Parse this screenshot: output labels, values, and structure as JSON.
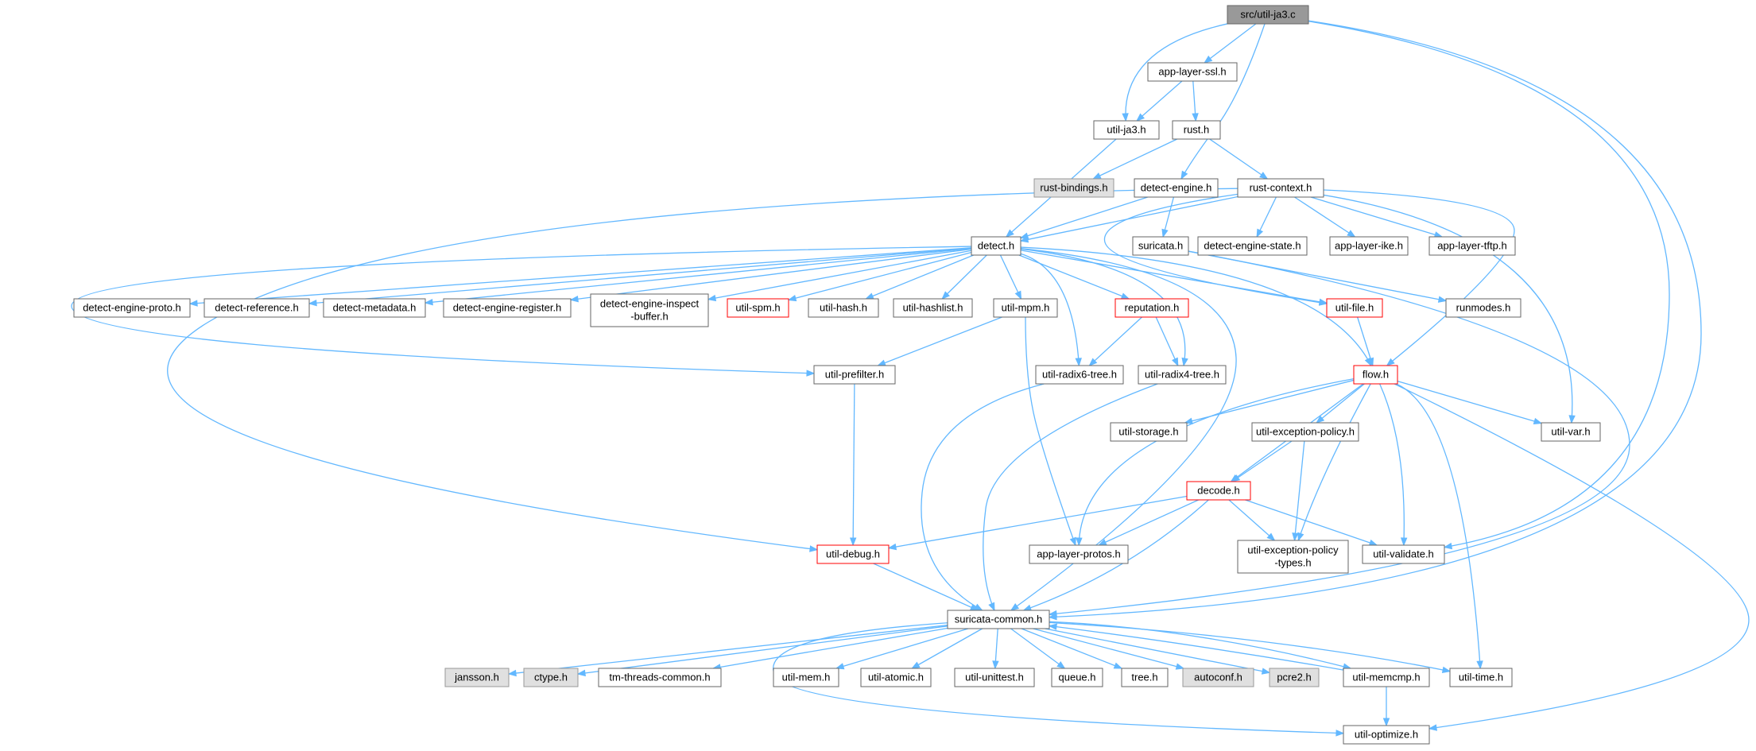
{
  "diagram": {
    "colors": {
      "edge": "#63b8ff",
      "root_fill": "#999999",
      "root_border": "#666666",
      "normal_fill": "#ffffff",
      "normal_border": "#666666",
      "truncated_border": "#ff0000",
      "external_fill": "#e0e0e0",
      "external_border": "#999999"
    },
    "nodes": [
      {
        "id": "ja3c",
        "lines": [
          "src/util-ja3.c"
        ],
        "kind": "root"
      },
      {
        "id": "ssl",
        "lines": [
          "app-layer-ssl.h"
        ],
        "kind": "normal"
      },
      {
        "id": "ja3h",
        "lines": [
          "util-ja3.h"
        ],
        "kind": "normal"
      },
      {
        "id": "rust",
        "lines": [
          "rust.h"
        ],
        "kind": "normal"
      },
      {
        "id": "rustbind",
        "lines": [
          "rust-bindings.h"
        ],
        "kind": "external"
      },
      {
        "id": "detengine",
        "lines": [
          "detect-engine.h"
        ],
        "kind": "normal"
      },
      {
        "id": "rustctx",
        "lines": [
          "rust-context.h"
        ],
        "kind": "normal"
      },
      {
        "id": "detect",
        "lines": [
          "detect.h"
        ],
        "kind": "normal"
      },
      {
        "id": "suricata",
        "lines": [
          "suricata.h"
        ],
        "kind": "normal"
      },
      {
        "id": "destate",
        "lines": [
          "detect-engine-state.h"
        ],
        "kind": "normal"
      },
      {
        "id": "ike",
        "lines": [
          "app-layer-ike.h"
        ],
        "kind": "normal"
      },
      {
        "id": "tftp",
        "lines": [
          "app-layer-tftp.h"
        ],
        "kind": "normal"
      },
      {
        "id": "deproto",
        "lines": [
          "detect-engine-proto.h"
        ],
        "kind": "normal"
      },
      {
        "id": "dref",
        "lines": [
          "detect-reference.h"
        ],
        "kind": "normal"
      },
      {
        "id": "dmeta",
        "lines": [
          "detect-metadata.h"
        ],
        "kind": "normal"
      },
      {
        "id": "dereg",
        "lines": [
          "detect-engine-register.h"
        ],
        "kind": "normal"
      },
      {
        "id": "deinsp",
        "lines": [
          "detect-engine-inspect",
          "-buffer.h"
        ],
        "kind": "normal"
      },
      {
        "id": "spm",
        "lines": [
          "util-spm.h"
        ],
        "kind": "truncated"
      },
      {
        "id": "hash",
        "lines": [
          "util-hash.h"
        ],
        "kind": "normal"
      },
      {
        "id": "hashlist",
        "lines": [
          "util-hashlist.h"
        ],
        "kind": "normal"
      },
      {
        "id": "mpm",
        "lines": [
          "util-mpm.h"
        ],
        "kind": "normal"
      },
      {
        "id": "reput",
        "lines": [
          "reputation.h"
        ],
        "kind": "truncated"
      },
      {
        "id": "file",
        "lines": [
          "util-file.h"
        ],
        "kind": "truncated"
      },
      {
        "id": "runmodes",
        "lines": [
          "runmodes.h"
        ],
        "kind": "normal"
      },
      {
        "id": "prefilter",
        "lines": [
          "util-prefilter.h"
        ],
        "kind": "normal"
      },
      {
        "id": "radix6",
        "lines": [
          "util-radix6-tree.h"
        ],
        "kind": "normal"
      },
      {
        "id": "radix4",
        "lines": [
          "util-radix4-tree.h"
        ],
        "kind": "normal"
      },
      {
        "id": "flow",
        "lines": [
          "flow.h"
        ],
        "kind": "truncated"
      },
      {
        "id": "storage",
        "lines": [
          "util-storage.h"
        ],
        "kind": "normal"
      },
      {
        "id": "exc",
        "lines": [
          "util-exception-policy.h"
        ],
        "kind": "normal"
      },
      {
        "id": "var",
        "lines": [
          "util-var.h"
        ],
        "kind": "normal"
      },
      {
        "id": "decode",
        "lines": [
          "decode.h"
        ],
        "kind": "truncated"
      },
      {
        "id": "debug",
        "lines": [
          "util-debug.h"
        ],
        "kind": "truncated"
      },
      {
        "id": "protos",
        "lines": [
          "app-layer-protos.h"
        ],
        "kind": "normal"
      },
      {
        "id": "exctypes",
        "lines": [
          "util-exception-policy",
          "-types.h"
        ],
        "kind": "normal"
      },
      {
        "id": "validate",
        "lines": [
          "util-validate.h"
        ],
        "kind": "normal"
      },
      {
        "id": "common",
        "lines": [
          "suricata-common.h"
        ],
        "kind": "normal"
      },
      {
        "id": "jansson",
        "lines": [
          "jansson.h"
        ],
        "kind": "external"
      },
      {
        "id": "ctype",
        "lines": [
          "ctype.h"
        ],
        "kind": "external"
      },
      {
        "id": "tmthreads",
        "lines": [
          "tm-threads-common.h"
        ],
        "kind": "normal"
      },
      {
        "id": "mem",
        "lines": [
          "util-mem.h"
        ],
        "kind": "normal"
      },
      {
        "id": "atomic",
        "lines": [
          "util-atomic.h"
        ],
        "kind": "normal"
      },
      {
        "id": "unittest",
        "lines": [
          "util-unittest.h"
        ],
        "kind": "normal"
      },
      {
        "id": "queue",
        "lines": [
          "queue.h"
        ],
        "kind": "normal"
      },
      {
        "id": "tree",
        "lines": [
          "tree.h"
        ],
        "kind": "normal"
      },
      {
        "id": "autoconf",
        "lines": [
          "autoconf.h"
        ],
        "kind": "external"
      },
      {
        "id": "pcre2",
        "lines": [
          "pcre2.h"
        ],
        "kind": "external"
      },
      {
        "id": "memcmp",
        "lines": [
          "util-memcmp.h"
        ],
        "kind": "normal"
      },
      {
        "id": "time",
        "lines": [
          "util-time.h"
        ],
        "kind": "normal"
      },
      {
        "id": "optimize",
        "lines": [
          "util-optimize.h"
        ],
        "kind": "normal"
      }
    ],
    "edges": [
      [
        "ja3c",
        "ssl"
      ],
      [
        "ja3c",
        "ja3h"
      ],
      [
        "ja3c",
        "detengine"
      ],
      [
        "ja3c",
        "validate"
      ],
      [
        "ja3c",
        "common"
      ],
      [
        "ssl",
        "ja3h"
      ],
      [
        "ssl",
        "rust"
      ],
      [
        "ja3h",
        "detect"
      ],
      [
        "rust",
        "rustbind"
      ],
      [
        "rust",
        "rustctx"
      ],
      [
        "detengine",
        "detect"
      ],
      [
        "detengine",
        "suricata"
      ],
      [
        "rustctx",
        "detect"
      ],
      [
        "rustctx",
        "destate"
      ],
      [
        "rustctx",
        "ike"
      ],
      [
        "rustctx",
        "tftp"
      ],
      [
        "rustctx",
        "file"
      ],
      [
        "rustctx",
        "flow"
      ],
      [
        "rustctx",
        "var"
      ],
      [
        "rustctx",
        "debug"
      ],
      [
        "detect",
        "deproto"
      ],
      [
        "detect",
        "dref"
      ],
      [
        "detect",
        "dmeta"
      ],
      [
        "detect",
        "dereg"
      ],
      [
        "detect",
        "deinsp"
      ],
      [
        "detect",
        "spm"
      ],
      [
        "detect",
        "hash"
      ],
      [
        "detect",
        "hashlist"
      ],
      [
        "detect",
        "mpm"
      ],
      [
        "detect",
        "reput"
      ],
      [
        "detect",
        "file"
      ],
      [
        "detect",
        "radix6"
      ],
      [
        "detect",
        "radix4"
      ],
      [
        "detect",
        "flow"
      ],
      [
        "detect",
        "prefilter"
      ],
      [
        "detect",
        "common"
      ],
      [
        "suricata",
        "runmodes"
      ],
      [
        "suricata",
        "common"
      ],
      [
        "mpm",
        "prefilter"
      ],
      [
        "mpm",
        "protos"
      ],
      [
        "reput",
        "radix6"
      ],
      [
        "reput",
        "radix4"
      ],
      [
        "file",
        "flow"
      ],
      [
        "prefilter",
        "debug"
      ],
      [
        "radix6",
        "common"
      ],
      [
        "radix4",
        "common"
      ],
      [
        "flow",
        "storage"
      ],
      [
        "flow",
        "exc"
      ],
      [
        "flow",
        "var"
      ],
      [
        "flow",
        "decode"
      ],
      [
        "flow",
        "protos"
      ],
      [
        "flow",
        "exctypes"
      ],
      [
        "flow",
        "validate"
      ],
      [
        "flow",
        "time"
      ],
      [
        "flow",
        "optimize"
      ],
      [
        "exc",
        "decode"
      ],
      [
        "exc",
        "exctypes"
      ],
      [
        "decode",
        "debug"
      ],
      [
        "decode",
        "protos"
      ],
      [
        "decode",
        "exctypes"
      ],
      [
        "decode",
        "validate"
      ],
      [
        "decode",
        "common"
      ],
      [
        "debug",
        "common"
      ],
      [
        "common",
        "jansson"
      ],
      [
        "common",
        "ctype"
      ],
      [
        "common",
        "tmthreads"
      ],
      [
        "common",
        "mem"
      ],
      [
        "common",
        "atomic"
      ],
      [
        "common",
        "unittest"
      ],
      [
        "common",
        "queue"
      ],
      [
        "common",
        "tree"
      ],
      [
        "common",
        "autoconf"
      ],
      [
        "common",
        "pcre2"
      ],
      [
        "common",
        "memcmp"
      ],
      [
        "common",
        "time"
      ],
      [
        "common",
        "optimize"
      ],
      [
        "memcmp",
        "common"
      ],
      [
        "memcmp",
        "optimize"
      ]
    ]
  }
}
